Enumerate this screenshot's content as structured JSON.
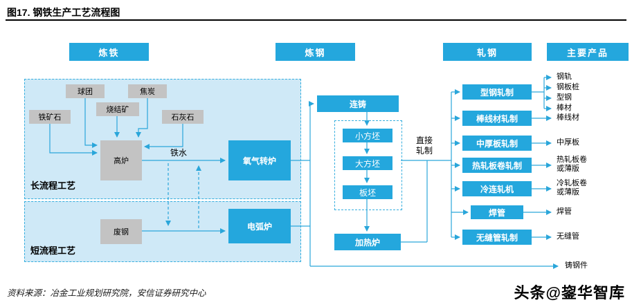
{
  "title": "图17. 钢铁生产工艺流程图",
  "stage_headers": [
    "炼铁",
    "炼钢",
    "轧钢",
    "主要产品"
  ],
  "long_process": {
    "label": "长流程工艺",
    "pellet": "球团",
    "coke": "焦炭",
    "sinter": "烧结矿",
    "iron_ore": "铁矿石",
    "limestone": "石灰石",
    "blast_furnace": "高炉",
    "molten_iron": "铁水",
    "oxygen_converter": "氧气转炉"
  },
  "short_process": {
    "label": "短流程工艺",
    "scrap_steel": "废钢",
    "electric_arc_furnace": "电弧炉"
  },
  "casting": {
    "continuous_casting": "连铸",
    "billet": "小方坯",
    "bloom": "大方坯",
    "slab": "板坯",
    "reheating_furnace": "加热炉",
    "direct_rolling": "直接轧制"
  },
  "mills": [
    "型钢轧制",
    "棒线材轧制",
    "中厚板轧制",
    "热轧板卷轧制",
    "冷连轧机",
    "焊管",
    "无缝管轧制"
  ],
  "products": [
    "钢轨",
    "钢板桩",
    "型钢",
    "棒材",
    "棒线材",
    "中厚板",
    "热轧板卷或薄版",
    "冷轧板卷或薄版",
    "焊管",
    "无缝管",
    "铸钢件"
  ],
  "source_note": "资料来源：冶金工业规划研究院，安信证券研究中心",
  "watermark": "头条@鋆华智库",
  "colors": {
    "accent_blue": "#24a7dd",
    "light_blue_bg": "#cfe9f7",
    "gray_box": "#c3c3c3",
    "line_blue": "#2aa6da"
  }
}
